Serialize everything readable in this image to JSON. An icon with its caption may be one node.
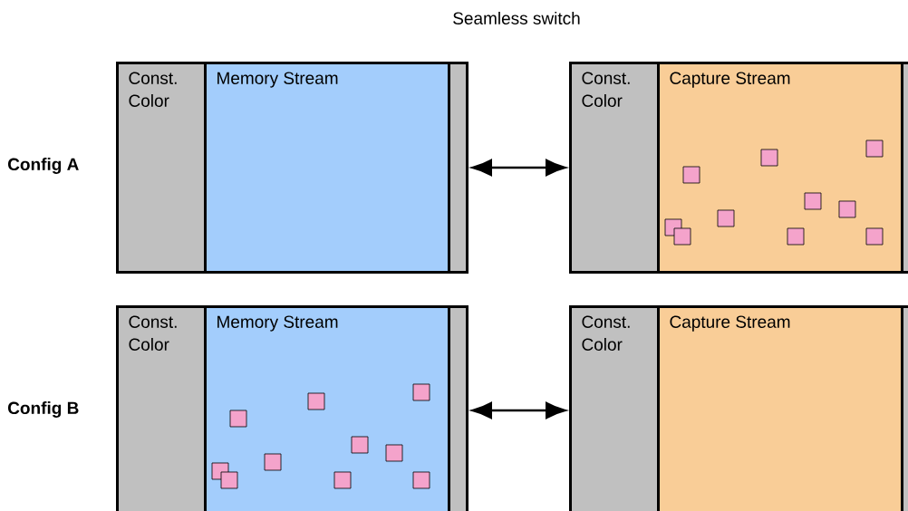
{
  "diagram": {
    "title": "Seamless switch",
    "nodes": [
      {
        "text": [
          "Const. Color"
        ]
      },
      {
        "text": [
          "Memory Stream"
        ]
      },
      {
        "text": [],
        "shape": "bar"
      },
      {
        "text": [
          "Const. Color"
        ]
      },
      {
        "text": [
          "Capture Stream"
        ]
      },
      {
        "text": [],
        "shape": "bar"
      },
      {
        "text": [
          "Const. Color"
        ]
      },
      {
        "text": [
          "Memory Stream"
        ]
      },
      {
        "text": [],
        "shape": "bar"
      },
      {
        "text": [
          "Const. Color"
        ]
      },
      {
        "text": [
          "Capture Stream"
        ]
      },
      {
        "text": [],
        "shape": "bar"
      }
    ],
    "edges": [
      {
        "from": 2,
        "to": 3,
        "arrow": "both"
      },
      {
        "from": 8,
        "to": 9,
        "arrow": "both"
      }
    ],
    "labels": [
      "Config A",
      "Config B"
    ]
  }
}
